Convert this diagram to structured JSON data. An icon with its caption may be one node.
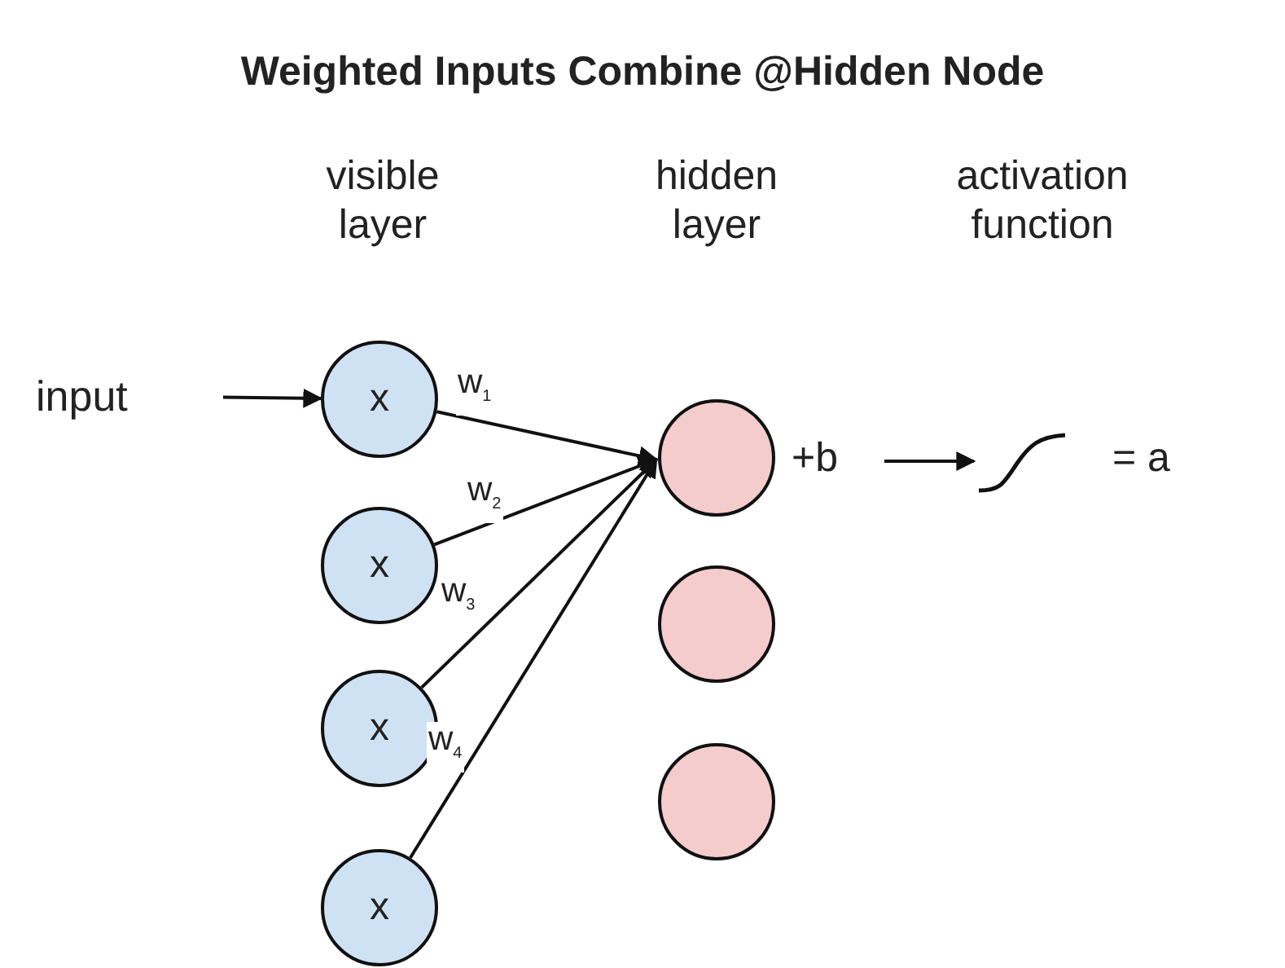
{
  "diagram": {
    "title": "Weighted Inputs Combine @Hidden Node",
    "nodes": [
      {
        "text": [
          "input"
        ]
      },
      {
        "text": [
          "x"
        ]
      },
      {
        "text": [
          "x"
        ]
      },
      {
        "text": [
          "x"
        ]
      },
      {
        "text": [
          "x"
        ]
      },
      {
        "text": [],
        "shape": "circle",
        "beside": [
          "+b"
        ]
      },
      {
        "text": [],
        "shape": "circle"
      },
      {
        "text": [],
        "shape": "circle"
      },
      {
        "text": [],
        "shape": "picture",
        "beside": [
          "= a"
        ]
      }
    ],
    "edges": [
      {
        "from": 0,
        "to": 1,
        "arrow": "to"
      },
      {
        "from": 1,
        "to": 5,
        "arrow": "to",
        "label": "w$_{1}$"
      },
      {
        "from": 2,
        "to": 5,
        "arrow": "to",
        "label": "w$_{2}$"
      },
      {
        "from": 3,
        "to": 5,
        "arrow": "to",
        "label": "w$_{3}$"
      },
      {
        "from": 4,
        "to": 5,
        "arrow": "to",
        "label": "w$_{4}$"
      },
      {
        "from": 5,
        "to": 8,
        "arrow": "to"
      }
    ],
    "labels": [
      "visible layer",
      "hidden layer",
      "activation function"
    ]
  }
}
